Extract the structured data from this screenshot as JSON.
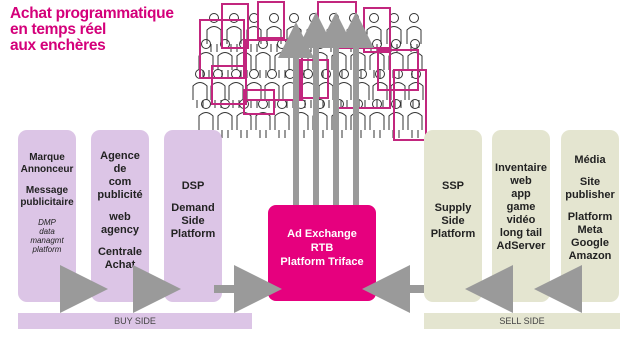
{
  "title": [
    "Achat programmatique",
    "en temps réel",
    "aux enchères"
  ],
  "buy_side": {
    "label": "BUY SIDE",
    "annonceur": {
      "lines": [
        "Marque",
        "Annonceur",
        "",
        "Message",
        "publicitaire",
        ""
      ],
      "italic": [
        "DMP",
        "data",
        "managmt",
        "platform"
      ]
    },
    "agence": {
      "lines": [
        "Agence",
        "de",
        "com",
        "publicité",
        "",
        "web",
        "agency",
        "",
        "Centrale",
        "Achat"
      ]
    },
    "dsp": {
      "lines": [
        "DSP",
        "",
        "Demand",
        "Side",
        "Platform"
      ]
    }
  },
  "exchange": {
    "lines": [
      "Ad Exchange",
      "RTB",
      "Platform Triface"
    ]
  },
  "sell_side": {
    "label": "SELL SIDE",
    "ssp": {
      "lines": [
        "SSP",
        "",
        "Supply",
        "Side",
        "Platform"
      ]
    },
    "inventaire": {
      "lines": [
        "Inventaire",
        "web",
        "app",
        "game",
        "vidéo",
        "long tail",
        "AdServer"
      ]
    },
    "media": {
      "lines": [
        "Média",
        "",
        "Site",
        "publisher",
        "",
        "Platform",
        "Meta",
        "Google",
        "Amazon"
      ]
    }
  },
  "colors": {
    "accent": "#e6007e",
    "buy": "#dcc5e6",
    "sell": "#e4e5d0",
    "arrow": "#999999"
  }
}
